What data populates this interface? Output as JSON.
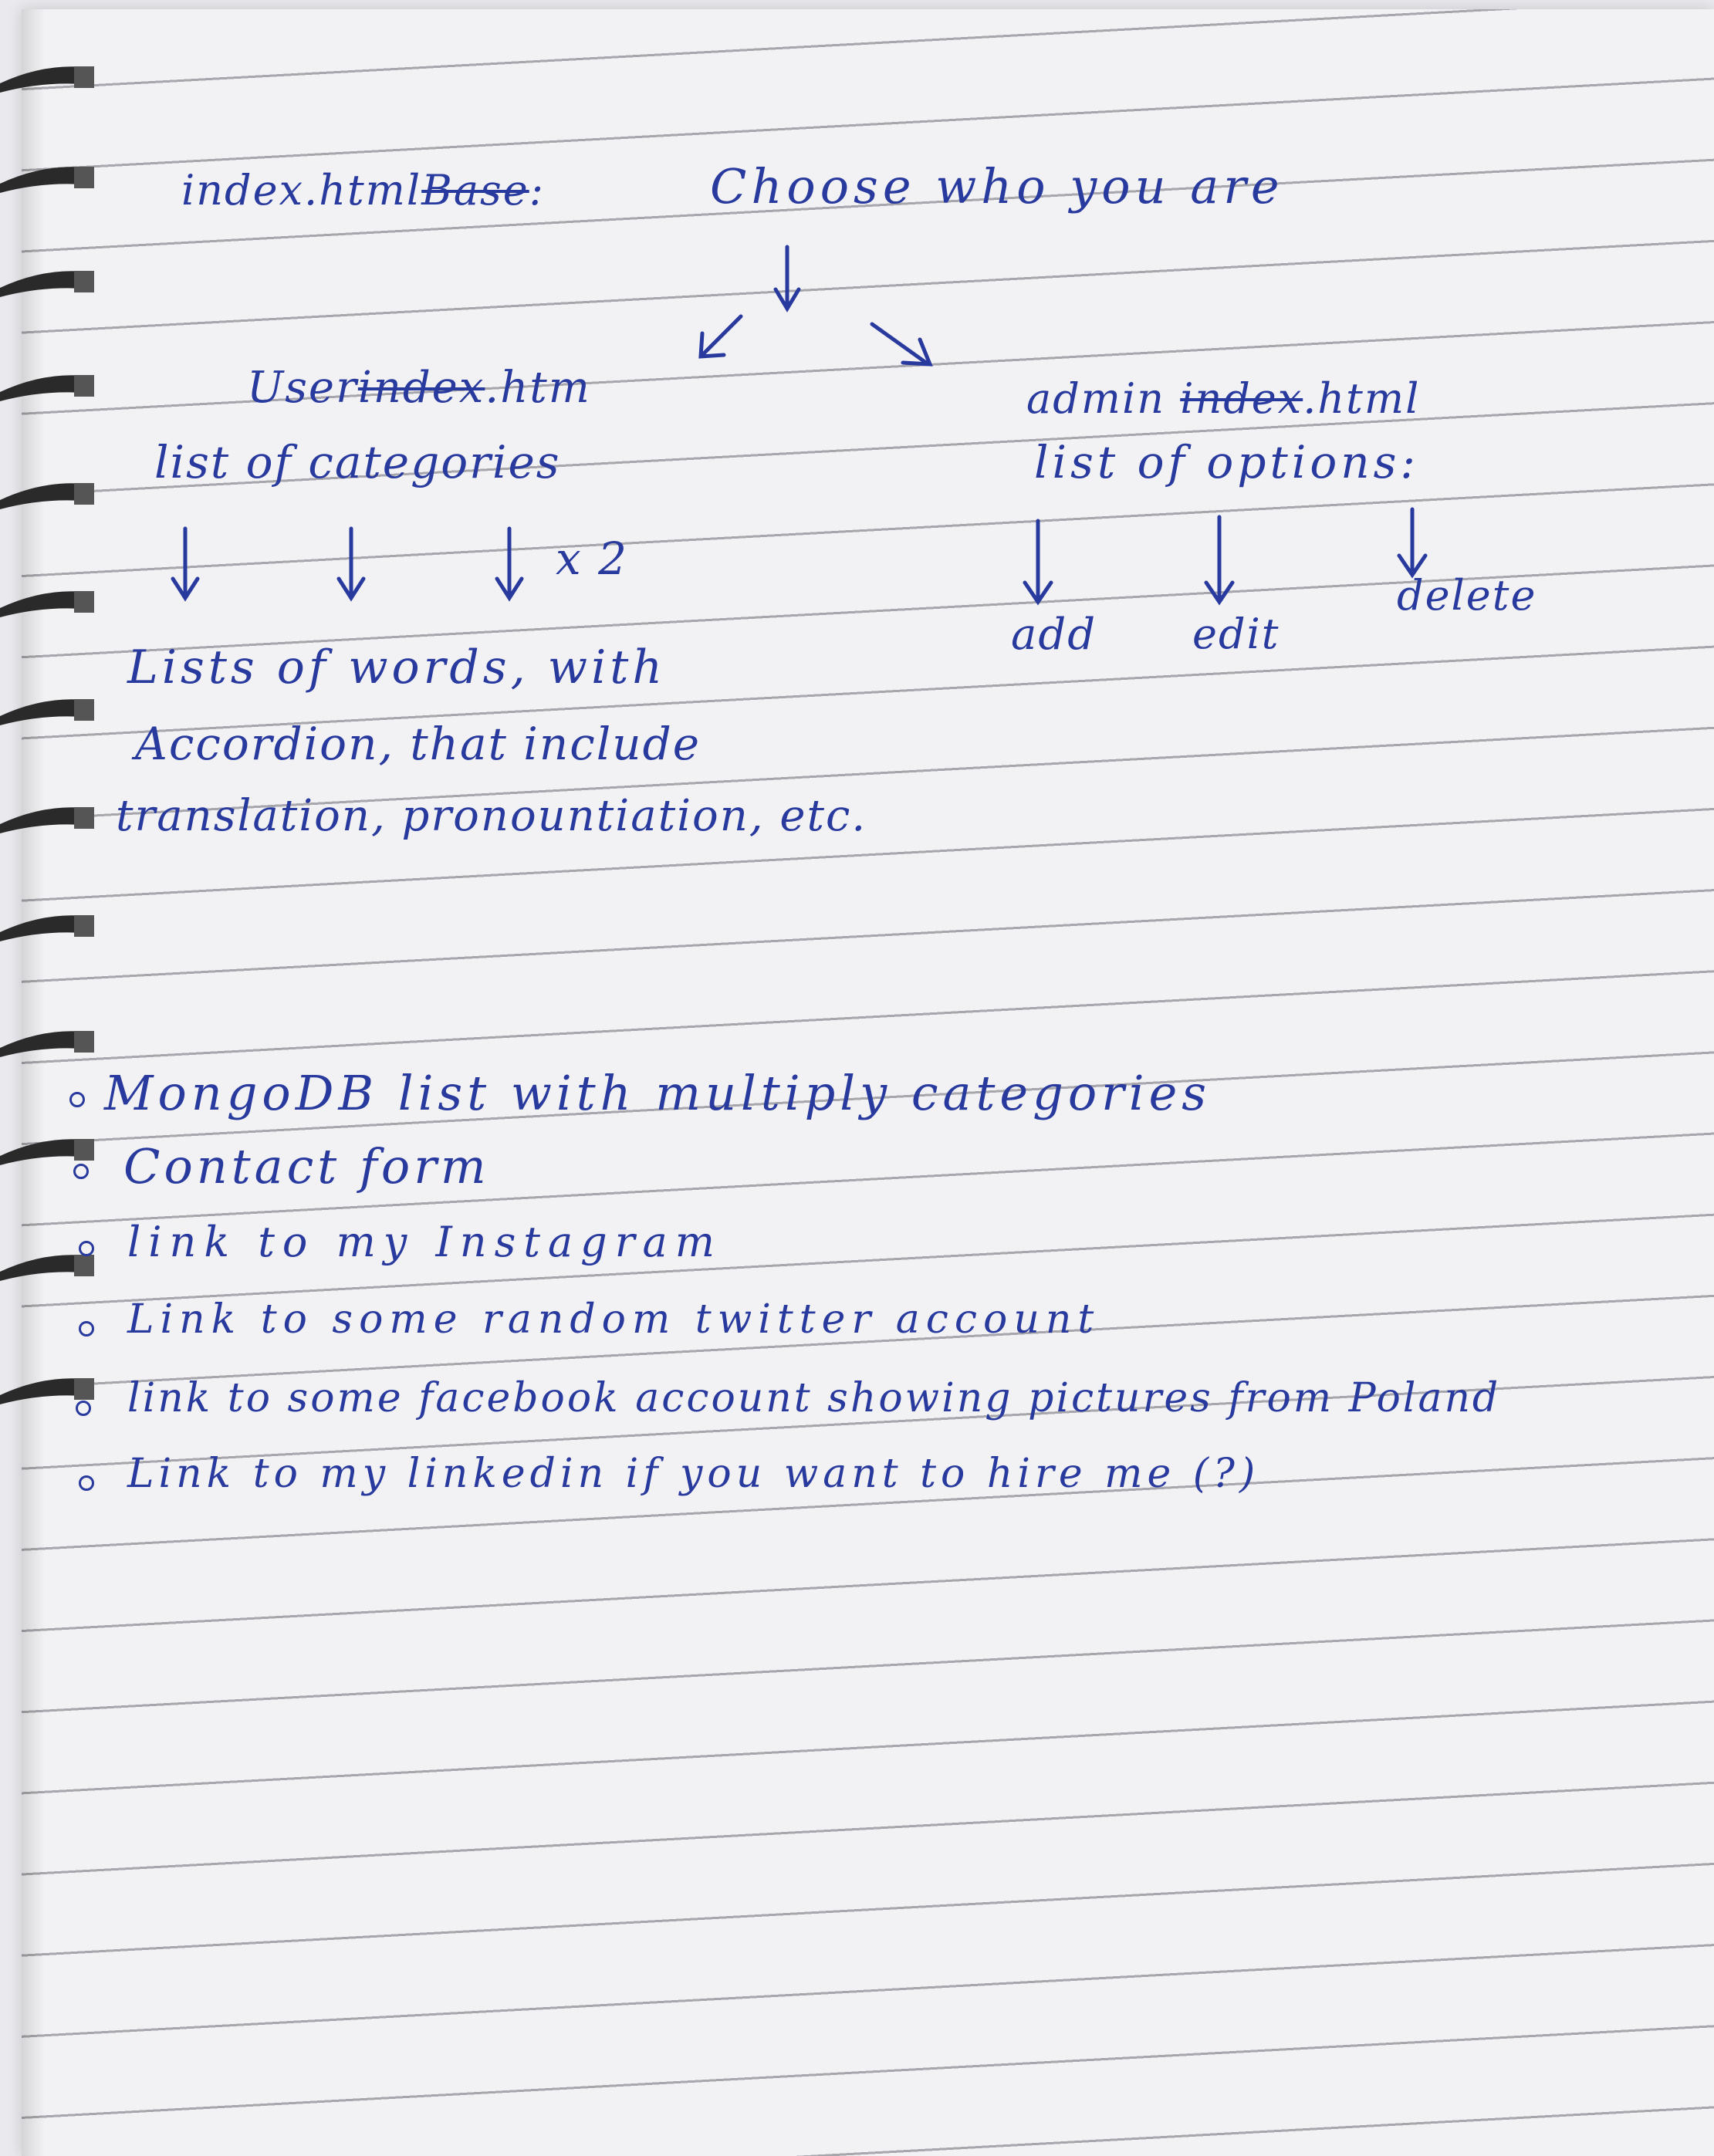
{
  "top": {
    "index_html": "index.html",
    "base_crossed": "Base",
    "colon": ":",
    "heading": "Choose who you are"
  },
  "user_branch": {
    "prefix": "User",
    "crossed": "index",
    "suffix": ".htm",
    "line2": "list of categories",
    "times": "x 2",
    "words_1": "Lists of words, with",
    "words_2": "Accordion, that include",
    "words_3": "translation, pronountiation, etc."
  },
  "admin_branch": {
    "prefix": "admin",
    "crossed": "index",
    "suffix": ".html",
    "line2": "list of options:",
    "opt_add": "add",
    "opt_edit": "edit",
    "opt_delete": "delete"
  },
  "bullets": [
    "MongoDB list     with multiply categories",
    "Contact form",
    "link to my Instagram",
    "Link to some random twitter account",
    "link to some facebook account showing pictures from Poland",
    "Link to my linkedin if you want to hire me (?)"
  ],
  "colors": {
    "ink": "#283a9e",
    "paper": "#f2f2f5",
    "rule": "#5a5a66"
  }
}
